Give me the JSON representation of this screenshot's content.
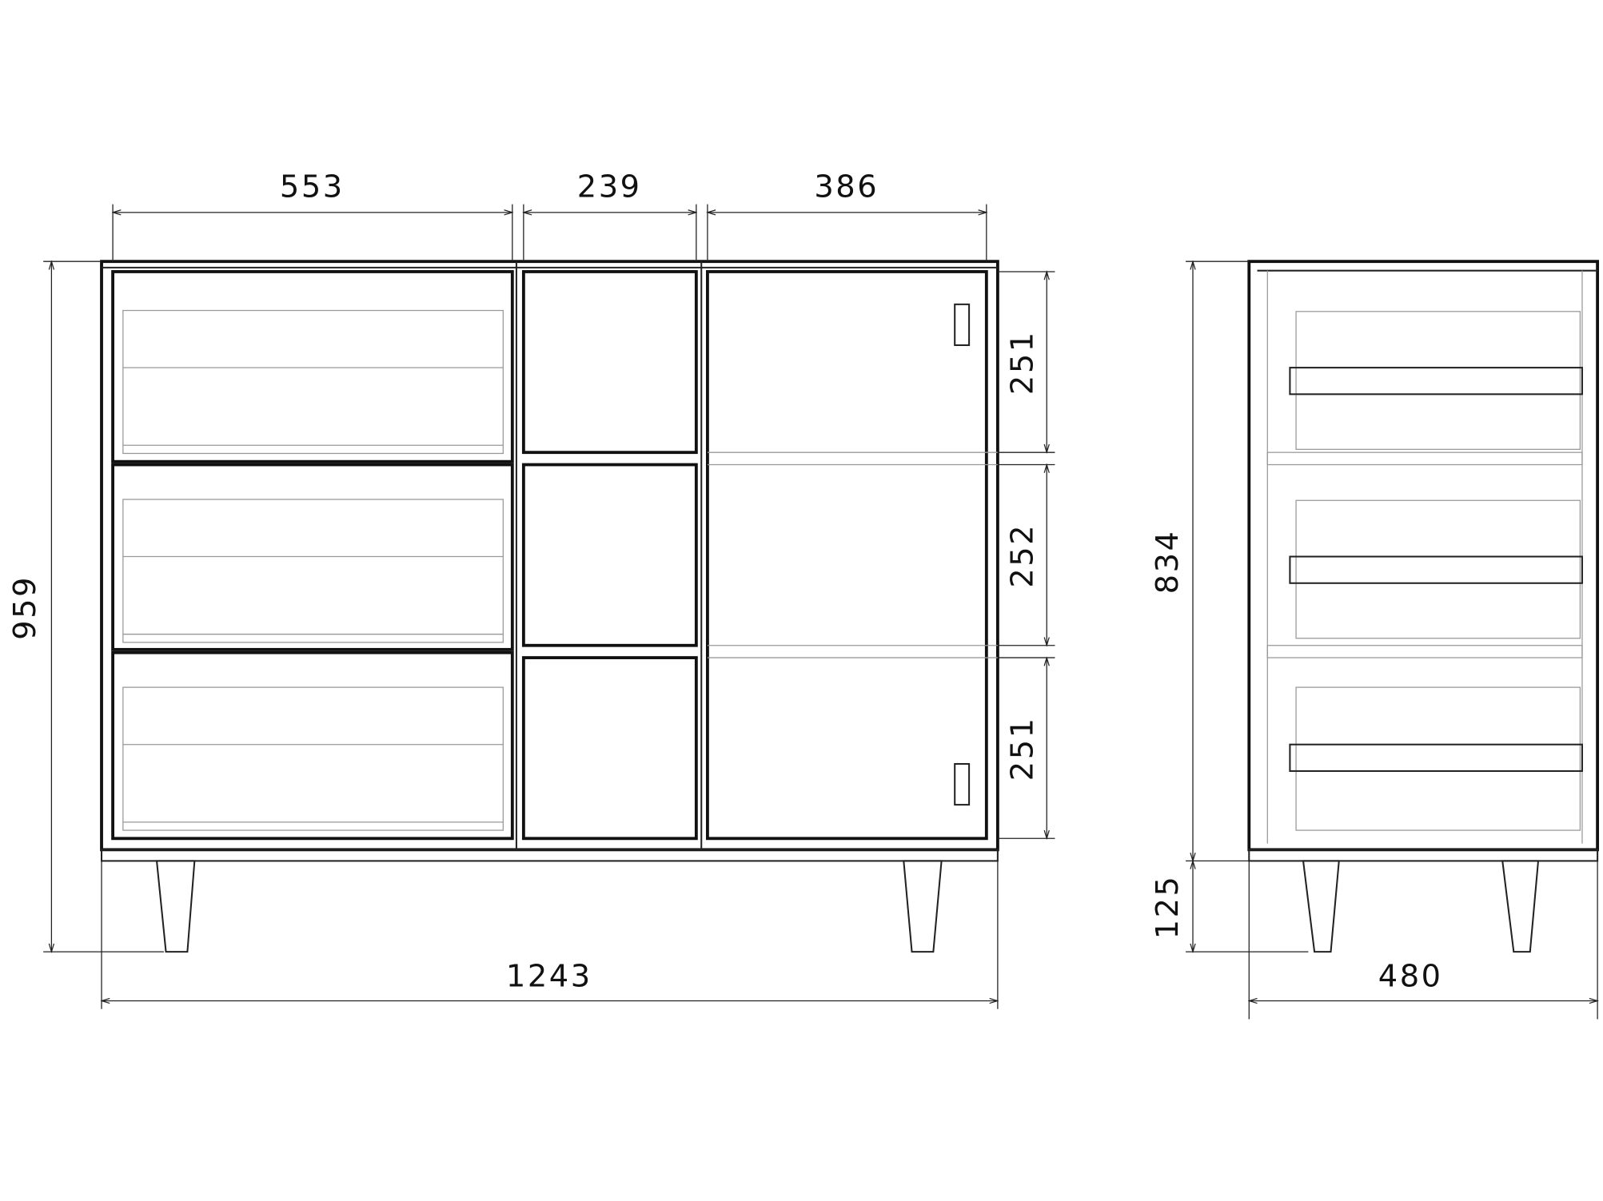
{
  "drawing": {
    "front_view": {
      "column_widths": [
        "553",
        "239",
        "386"
      ],
      "overall_width": "1243",
      "overall_height": "959",
      "row_heights": [
        "251",
        "252",
        "251"
      ]
    },
    "side_view": {
      "carcass_height": "834",
      "leg_height": "125",
      "depth": "480"
    }
  }
}
